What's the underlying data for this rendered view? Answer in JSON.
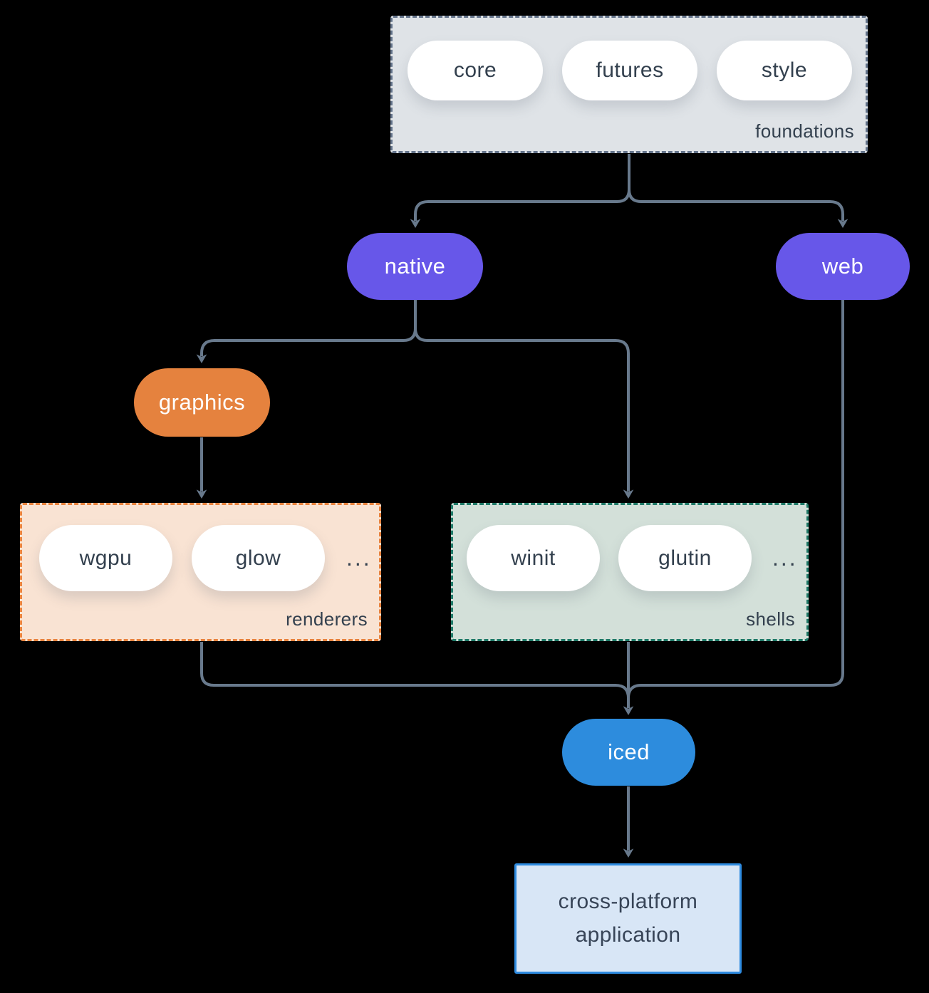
{
  "canvas": {
    "background": "#000000",
    "connector_color": "#68798c"
  },
  "groups": {
    "foundations": {
      "label": "foundations",
      "fill": "#dfe3e7",
      "border_color": "#64748b",
      "items": [
        "core",
        "futures",
        "style"
      ]
    },
    "renderers": {
      "label": "renderers",
      "fill": "#f9e3d3",
      "border_color": "#e8833e",
      "items": [
        "wgpu",
        "glow"
      ],
      "ellipsis": "..."
    },
    "shells": {
      "label": "shells",
      "fill": "#d3e0d9",
      "border_color": "#1f7a68",
      "items": [
        "winit",
        "glutin"
      ],
      "ellipsis": "..."
    }
  },
  "nodes": {
    "native": {
      "label": "native",
      "fill": "#6757e9"
    },
    "web": {
      "label": "web",
      "fill": "#6757e9"
    },
    "graphics": {
      "label": "graphics",
      "fill": "#e5823e"
    },
    "iced": {
      "label": "iced",
      "fill": "#2d8cdd"
    },
    "application": {
      "line1": "cross-platform",
      "line2": "application",
      "fill": "#d8e6f6",
      "border_color": "#2e8be0"
    }
  }
}
